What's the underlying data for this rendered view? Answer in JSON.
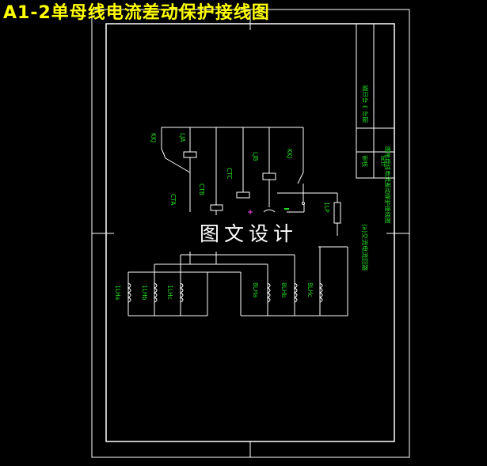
{
  "title": "A1-2单母线电流差动保护接线图",
  "watermark": "图文设计",
  "colors": {
    "background": "#000000",
    "frame": "#ffffff",
    "title": "#ffff00",
    "label": "#22dd22",
    "accent": "#ff44ff"
  },
  "title_block": {
    "col_left": [
      "图号 3 号日期",
      "图单母线电流差动保护接线图"
    ],
    "row_bottom": [
      "审核",
      "设计"
    ]
  },
  "circuit": {
    "relay_kd": "KKJ",
    "relay_ia": "LJA",
    "relay_ib": "LJB",
    "relay_kd2": "KKJ",
    "ct_a": "CTA",
    "ct_b": "CTB",
    "ct_c": "CTC",
    "lp_label": "1LP",
    "caption": "(a)交流电流回路",
    "left_coils": [
      "1LHa",
      "1LHb",
      "1LHc"
    ],
    "right_coils": [
      "8LHa",
      "8LHb",
      "8LHc"
    ]
  }
}
